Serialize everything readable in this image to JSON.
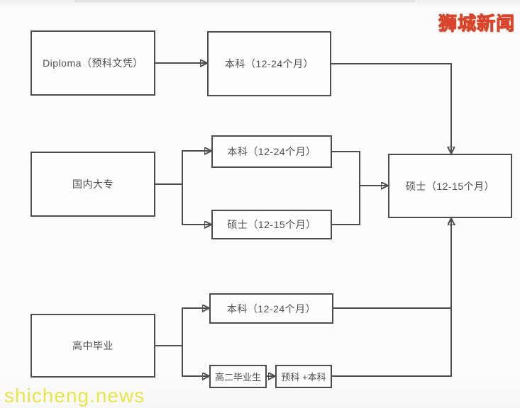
{
  "branding": {
    "logo_text": "狮城新闻",
    "watermark_text": "shicheng.news"
  },
  "nodes": {
    "diploma": {
      "label": "Diploma（预科文凭）"
    },
    "bachelor_top": {
      "label": "本科（12-24个月）"
    },
    "domestic_college": {
      "label": "国内大专"
    },
    "bachelor_mid": {
      "label": "本科（12-24个月）"
    },
    "master_mid": {
      "label": "硕士（12-15个月）"
    },
    "master_main": {
      "label": "硕士（12-15个月）"
    },
    "high_school": {
      "label": "高中毕业"
    },
    "bachelor_bottom": {
      "label": "本科（12-24个月）"
    },
    "grade11": {
      "label": "高二毕业生"
    },
    "foundation": {
      "label": "预科 +本科"
    }
  },
  "edges": [
    {
      "from": "diploma",
      "to": "bachelor_top"
    },
    {
      "from": "bachelor_top",
      "to": "master_main"
    },
    {
      "from": "domestic_college",
      "to": "bachelor_mid"
    },
    {
      "from": "domestic_college",
      "to": "master_mid"
    },
    {
      "from": "bachelor_mid",
      "to": "master_main"
    },
    {
      "from": "master_mid",
      "to": "master_main"
    },
    {
      "from": "high_school",
      "to": "bachelor_bottom"
    },
    {
      "from": "high_school",
      "to": "grade11"
    },
    {
      "from": "grade11",
      "to": "foundation"
    },
    {
      "from": "bachelor_bottom",
      "to": "master_main"
    },
    {
      "from": "foundation",
      "to": "master_main"
    }
  ],
  "colors": {
    "line": "#4d4d4f",
    "box_border": "#4d4d4f",
    "box_text": "#4f4f4f",
    "logo_fill": "#f7e63a",
    "logo_outline": "#d8452a",
    "watermark": "#e9e33e"
  }
}
